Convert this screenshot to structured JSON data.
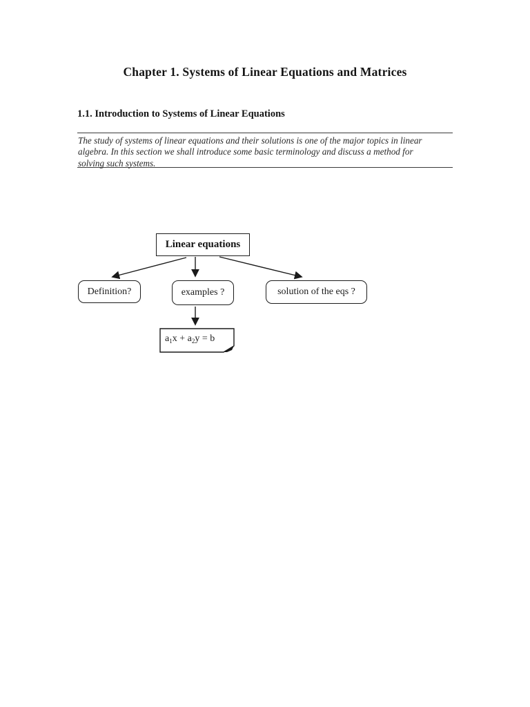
{
  "colors": {
    "background": "#ffffff",
    "text": "#1f1f1f",
    "line": "#1a1a1a"
  },
  "doc": {
    "title": "Chapter 1. Systems of Linear Equations and Matrices",
    "section_heading": "1.1. Introduction to Systems of Linear Equations",
    "intro_lines": [
      "The study of systems of linear equations and their solutions is one of the major topics in linear",
      "algebra. In this section we shall introduce some basic terminology and discuss a method for",
      "solving such systems."
    ]
  },
  "diagram": {
    "root_label": "Linear equations",
    "nodes": [
      {
        "label": "Definition?"
      },
      {
        "label": "examples ?"
      },
      {
        "label": "solution of the eqs ?"
      }
    ],
    "note": {
      "base_0": "a",
      "sub_0": "1",
      "base_1": "x + a",
      "sub_1": "2",
      "base_2": "y = b"
    }
  }
}
